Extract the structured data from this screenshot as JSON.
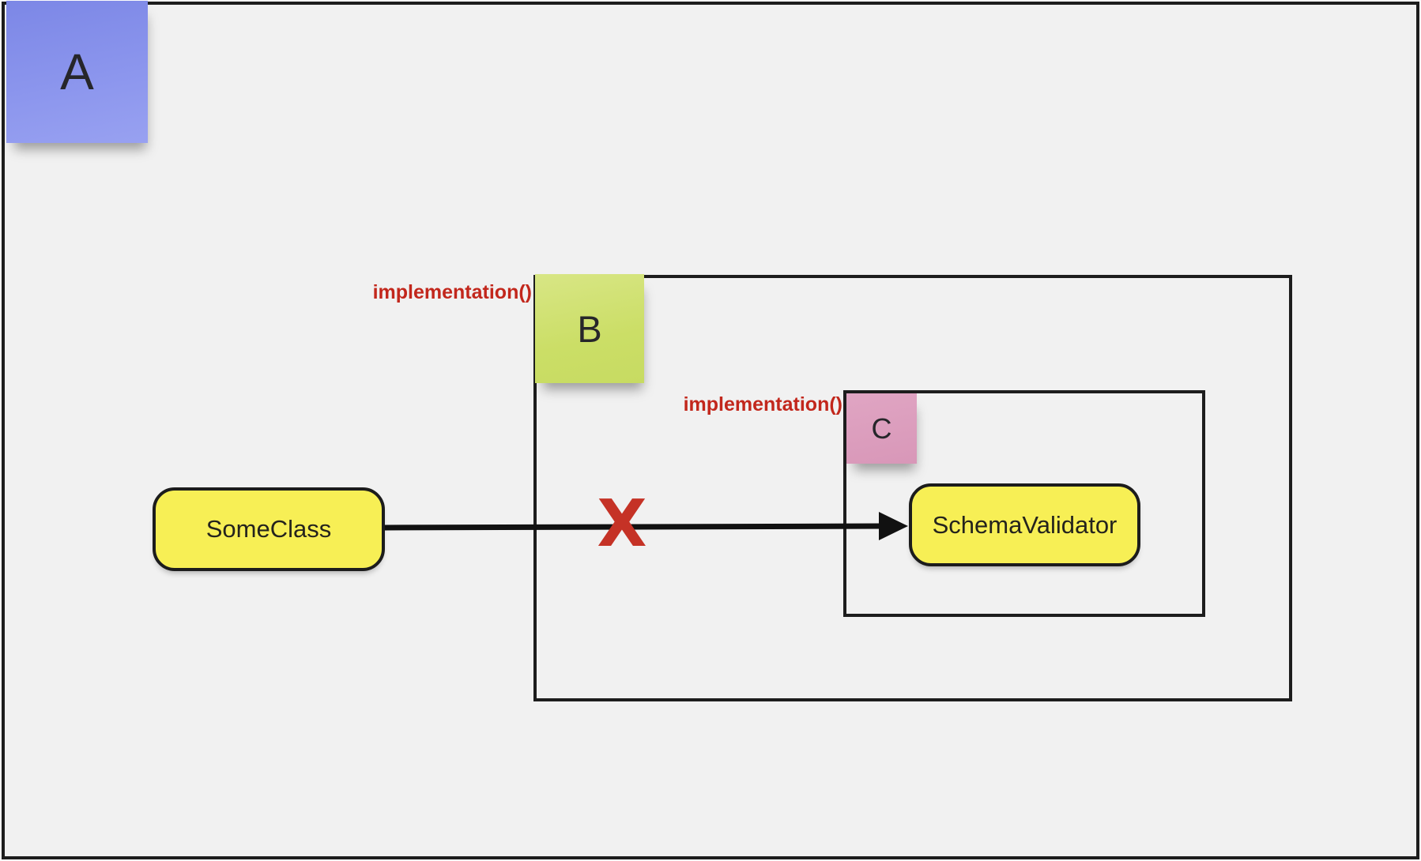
{
  "board": {
    "background": "#f1f1f1",
    "border_color": "#1d1d1d"
  },
  "sticky_notes": {
    "a": {
      "label": "A",
      "color": "#8b95ed"
    },
    "b": {
      "label": "B",
      "color": "#cbde66"
    },
    "c": {
      "label": "C",
      "color": "#d897b8"
    }
  },
  "frames": {
    "b": {
      "annotation": "implementation()"
    },
    "c": {
      "annotation": "implementation()"
    }
  },
  "nodes": {
    "some_class": {
      "label": "SomeClass",
      "fill": "#f7ef55"
    },
    "schema_validator": {
      "label": "SchemaValidator",
      "fill": "#f7ef55"
    }
  },
  "connector": {
    "blocked_marker": "X",
    "line_color": "#111111",
    "marker_color": "#c53226",
    "annotation_color": "#c2271c"
  }
}
